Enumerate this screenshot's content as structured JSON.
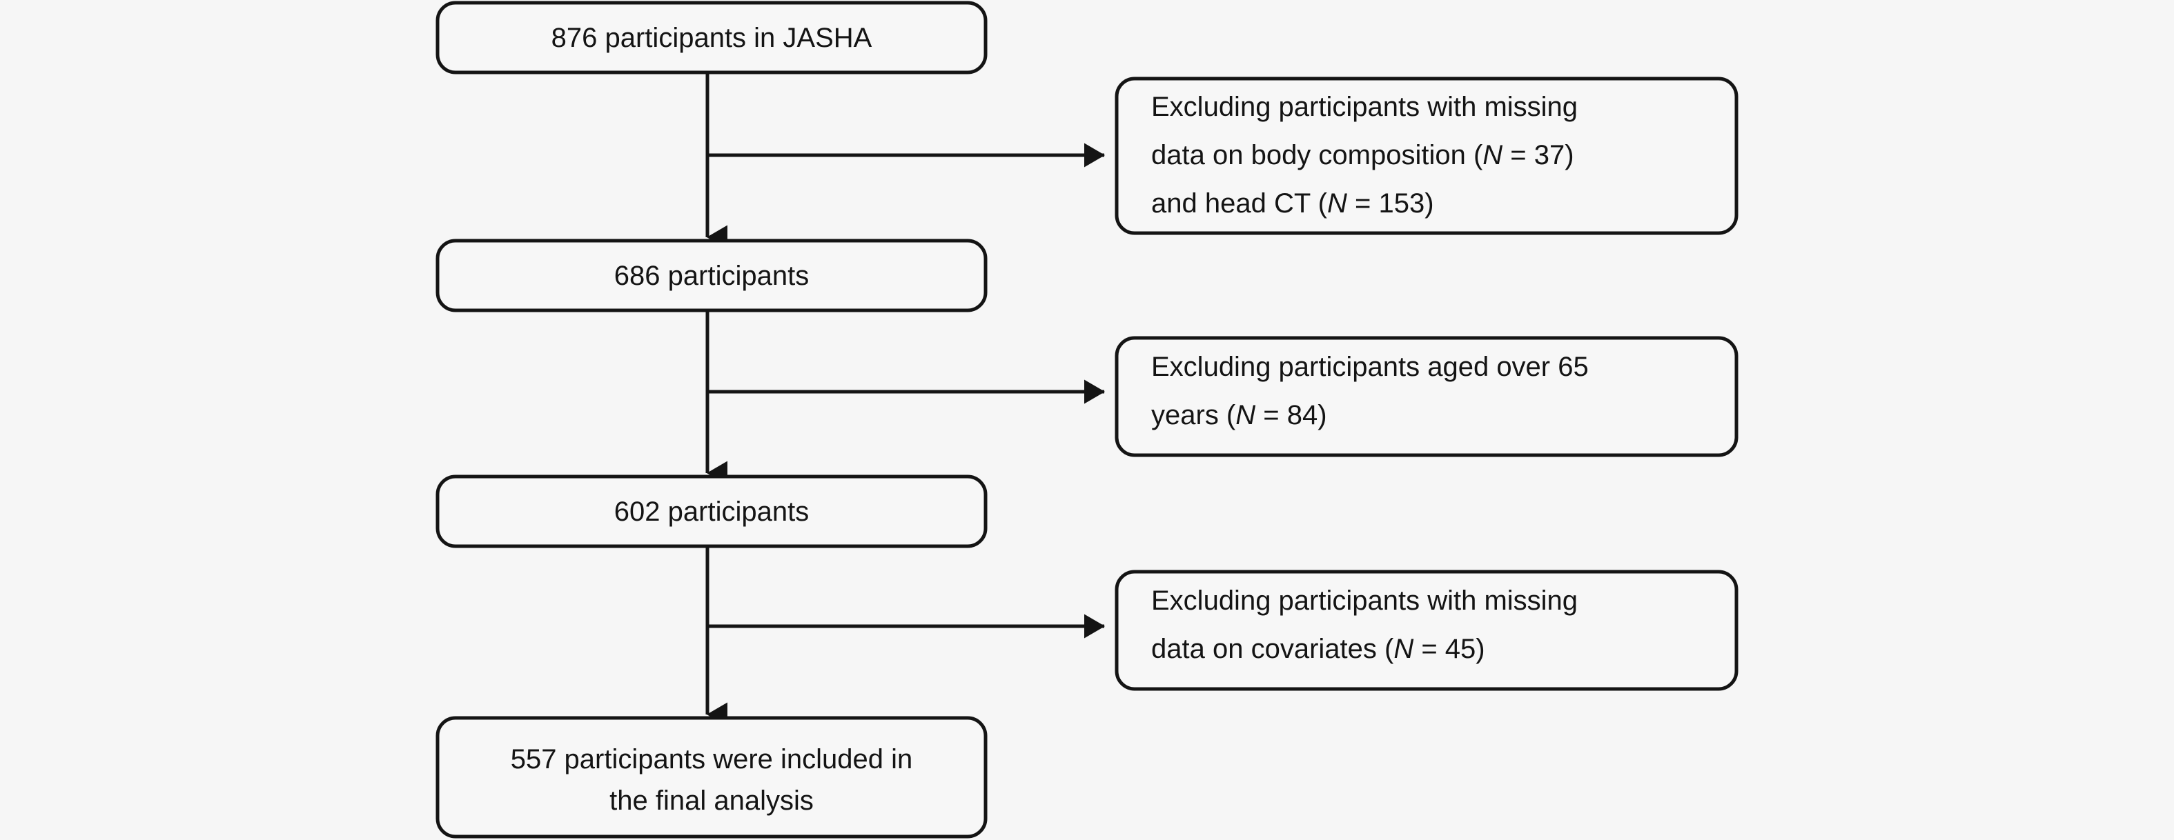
{
  "diagram": {
    "title": "Participant flow diagram",
    "type": "flowchart",
    "background_color": "#f6f6f6",
    "line_color": "#141414",
    "box_fill_color": "#f7f7f7",
    "flow_nodes": [
      {
        "id": "node-enrolled",
        "count": 876,
        "text": "876 participants in JASHA",
        "lines": [
          "876 participants in JASHA"
        ]
      },
      {
        "id": "node-686",
        "count": 686,
        "text": "686 participants",
        "lines": [
          "686 participants"
        ]
      },
      {
        "id": "node-602",
        "count": 602,
        "text": "602 participants",
        "lines": [
          "602 participants"
        ]
      },
      {
        "id": "node-final",
        "count": 557,
        "text": "557 participants were included in the final analysis",
        "lines": [
          "557 participants were included in",
          "the final analysis"
        ]
      }
    ],
    "exclusion_nodes": [
      {
        "id": "exclusion-1",
        "text": "Excluding participants with missing data on body composition (N = 37) and head CT (N = 153)",
        "line1_a": "Excluding participants with missing",
        "line2_a": "data on body composition (",
        "line2_italic": "N",
        "line2_b": " = 37)",
        "line3_a": "and head CT (",
        "line3_italic": "N",
        "line3_b": " = 153)",
        "counts": [
          37,
          153
        ]
      },
      {
        "id": "exclusion-2",
        "text": "Excluding participants aged over 65 years (N = 84)",
        "line1_a": "Excluding participants aged over 65",
        "line2_a": "years (",
        "line2_italic": "N",
        "line2_b": " = 84)",
        "counts": [
          84
        ]
      },
      {
        "id": "exclusion-3",
        "text": "Excluding participants with missing data on covariates (N = 45)",
        "line1_a": "Excluding participants with missing",
        "line2_a": "data on covariates (",
        "line2_italic": "N",
        "line2_b": " = 45)",
        "counts": [
          45
        ]
      }
    ]
  }
}
